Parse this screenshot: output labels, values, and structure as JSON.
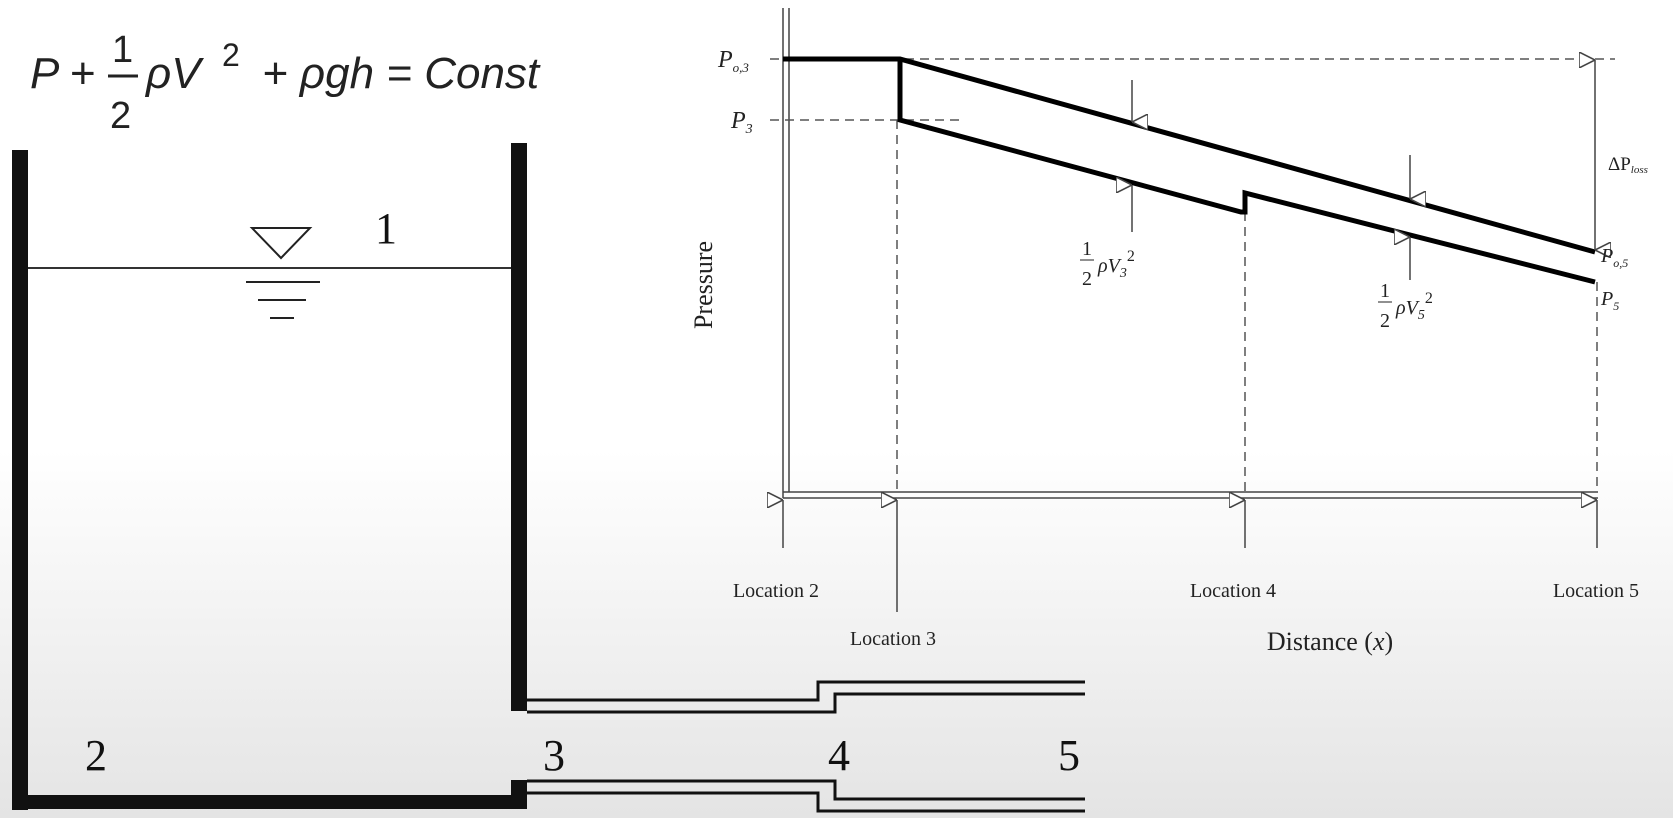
{
  "equation": {
    "p": "P",
    "plus1": "+",
    "num": "1",
    "den": "2",
    "rhov": "ρV",
    "sq": "2",
    "rest": "+ ρgh = Const"
  },
  "tank_labels": {
    "surface": "1",
    "loc2": "2",
    "loc3": "3",
    "loc4": "4",
    "loc5": "5"
  },
  "chart": {
    "y_axis_label": "Pressure",
    "x_axis_label": "Distance (",
    "x_axis_var": "x",
    "x_axis_close": ")",
    "p_o3": "P",
    "p_o3_sub": "o,3",
    "p_3": "P",
    "p_3_sub": "3",
    "p_o5": "P",
    "p_o5_sub": "o,5",
    "p_5": "P",
    "p_5_sub": "5",
    "dp_loss": "ΔP",
    "dp_loss_sub": "loss",
    "dyn3": {
      "num": "1",
      "den": "2",
      "rho": "ρ",
      "v": "V",
      "sub": "3",
      "sq": "2"
    },
    "dyn5": {
      "num": "1",
      "den": "2",
      "rho": "ρ",
      "v": "V",
      "sub": "5",
      "sq": "2"
    },
    "locations": [
      "Location  2",
      "Location  3",
      "Location  4",
      "Location  5"
    ]
  }
}
